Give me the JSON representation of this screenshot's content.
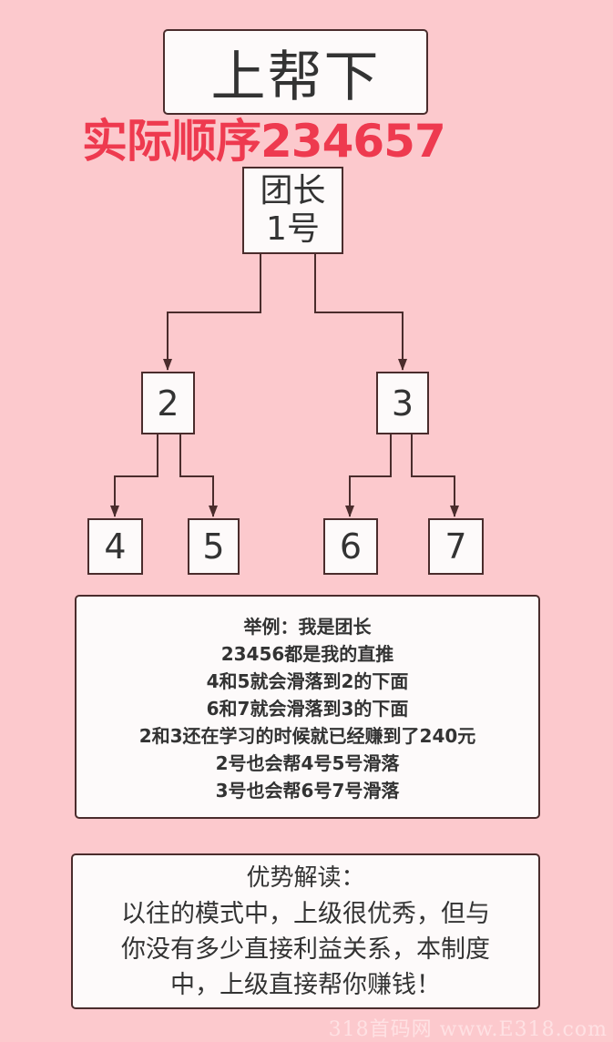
{
  "title": "上帮下",
  "subtitle": "实际顺序234657",
  "colors": {
    "background": "#fcc9cd",
    "subtitle_red": "#ee3a4f",
    "box_fill": "#fdfafa",
    "line": "#4a2c2c",
    "text": "#333333"
  },
  "tree": {
    "root": {
      "line1": "团长",
      "line2": "1号"
    },
    "level1": [
      {
        "label": "2"
      },
      {
        "label": "3"
      }
    ],
    "level2": [
      {
        "label": "4",
        "parent": "2"
      },
      {
        "label": "5",
        "parent": "2"
      },
      {
        "label": "6",
        "parent": "3"
      },
      {
        "label": "7",
        "parent": "3"
      }
    ]
  },
  "example": {
    "lines": [
      "举例：我是团长",
      "23456都是我的直推",
      "4和5就会滑落到2的下面",
      "6和7就会滑落到3的下面",
      "2和3还在学习的时候就已经赚到了240元",
      "2号也会帮4号5号滑落",
      "3号也会帮6号7号滑落"
    ]
  },
  "advantage": {
    "title": "优势解读：",
    "lines": [
      "以往的模式中，上级很优秀，但与",
      "你没有多少直接利益关系，本制度",
      "中，上级直接帮你赚钱！"
    ]
  },
  "watermark": "318首码网 www.E318.com"
}
